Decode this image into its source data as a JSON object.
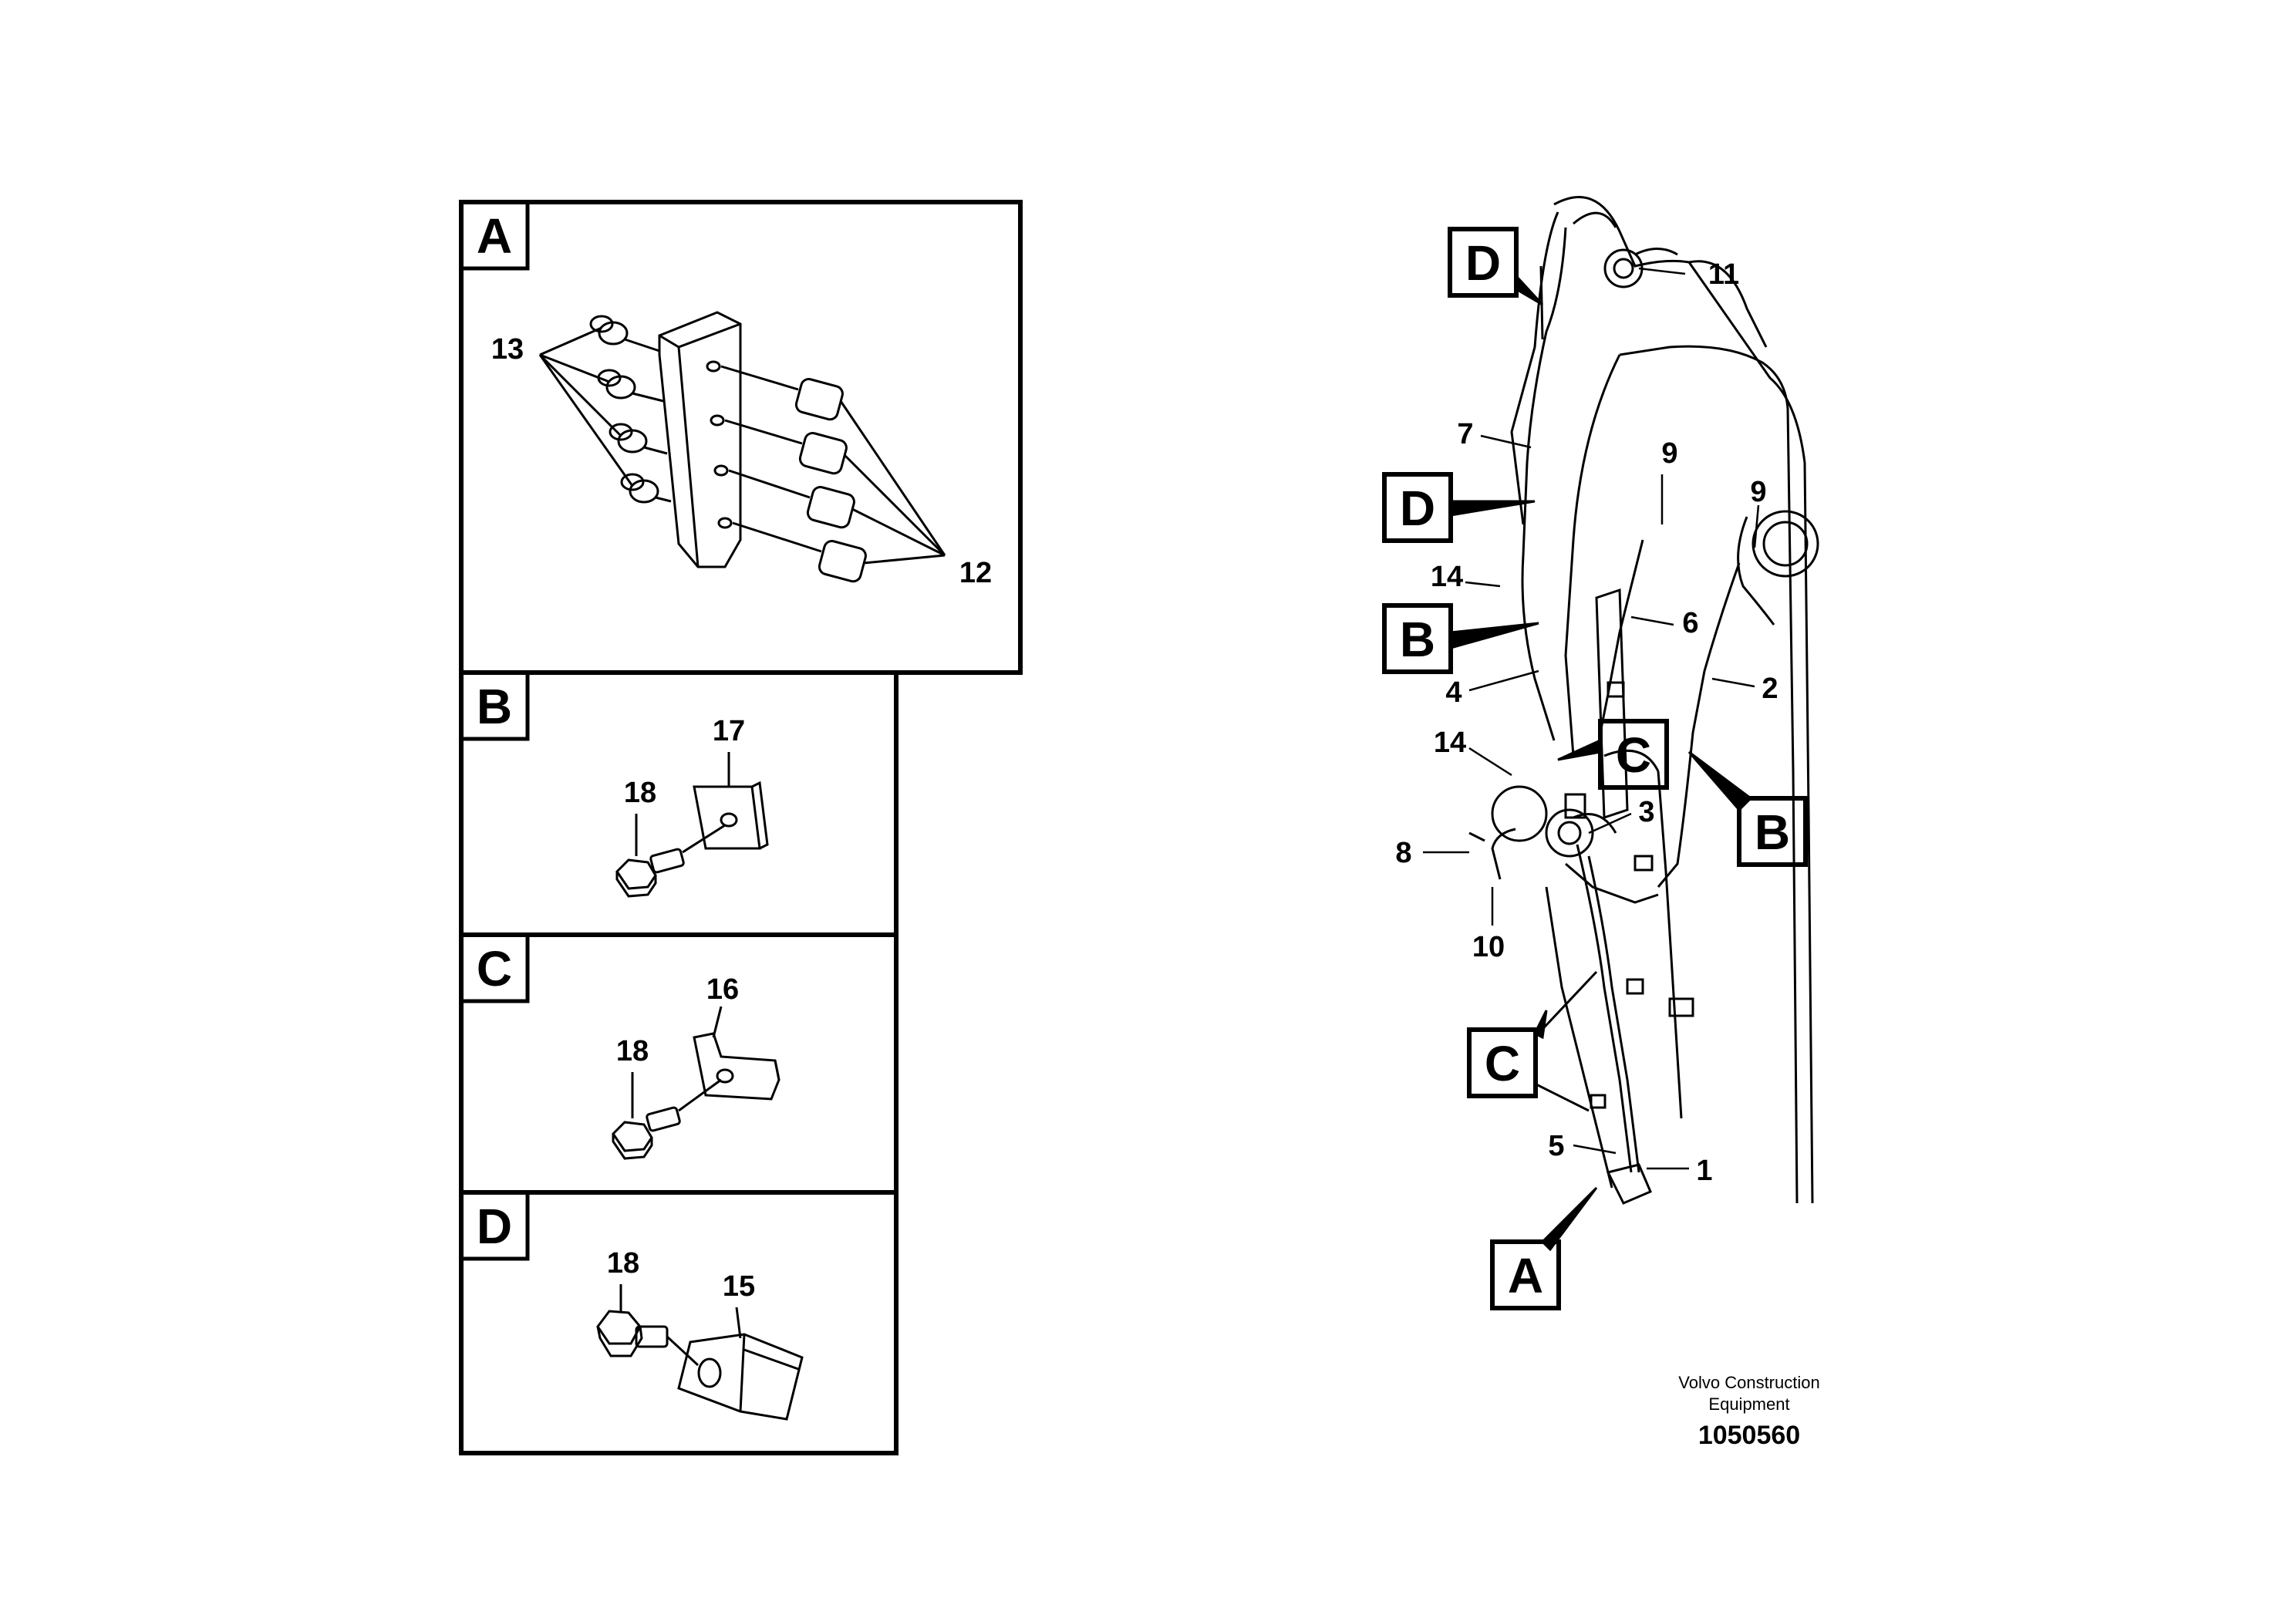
{
  "panels": [
    {
      "letter": "A",
      "callouts": [
        "13",
        "12"
      ]
    },
    {
      "letter": "B",
      "callouts": [
        "17",
        "18"
      ]
    },
    {
      "letter": "C",
      "callouts": [
        "16",
        "18"
      ]
    },
    {
      "letter": "D",
      "callouts": [
        "18",
        "15"
      ]
    }
  ],
  "main_callouts": [
    "11",
    "7",
    "9",
    "9",
    "14",
    "6",
    "2",
    "4",
    "14",
    "3",
    "8",
    "10",
    "5",
    "1"
  ],
  "main_refs": [
    "D",
    "D",
    "B",
    "C",
    "B",
    "C",
    "A"
  ],
  "footer": {
    "company_line1": "Volvo Construction",
    "company_line2": "Equipment",
    "drawing_number": "1050560"
  }
}
